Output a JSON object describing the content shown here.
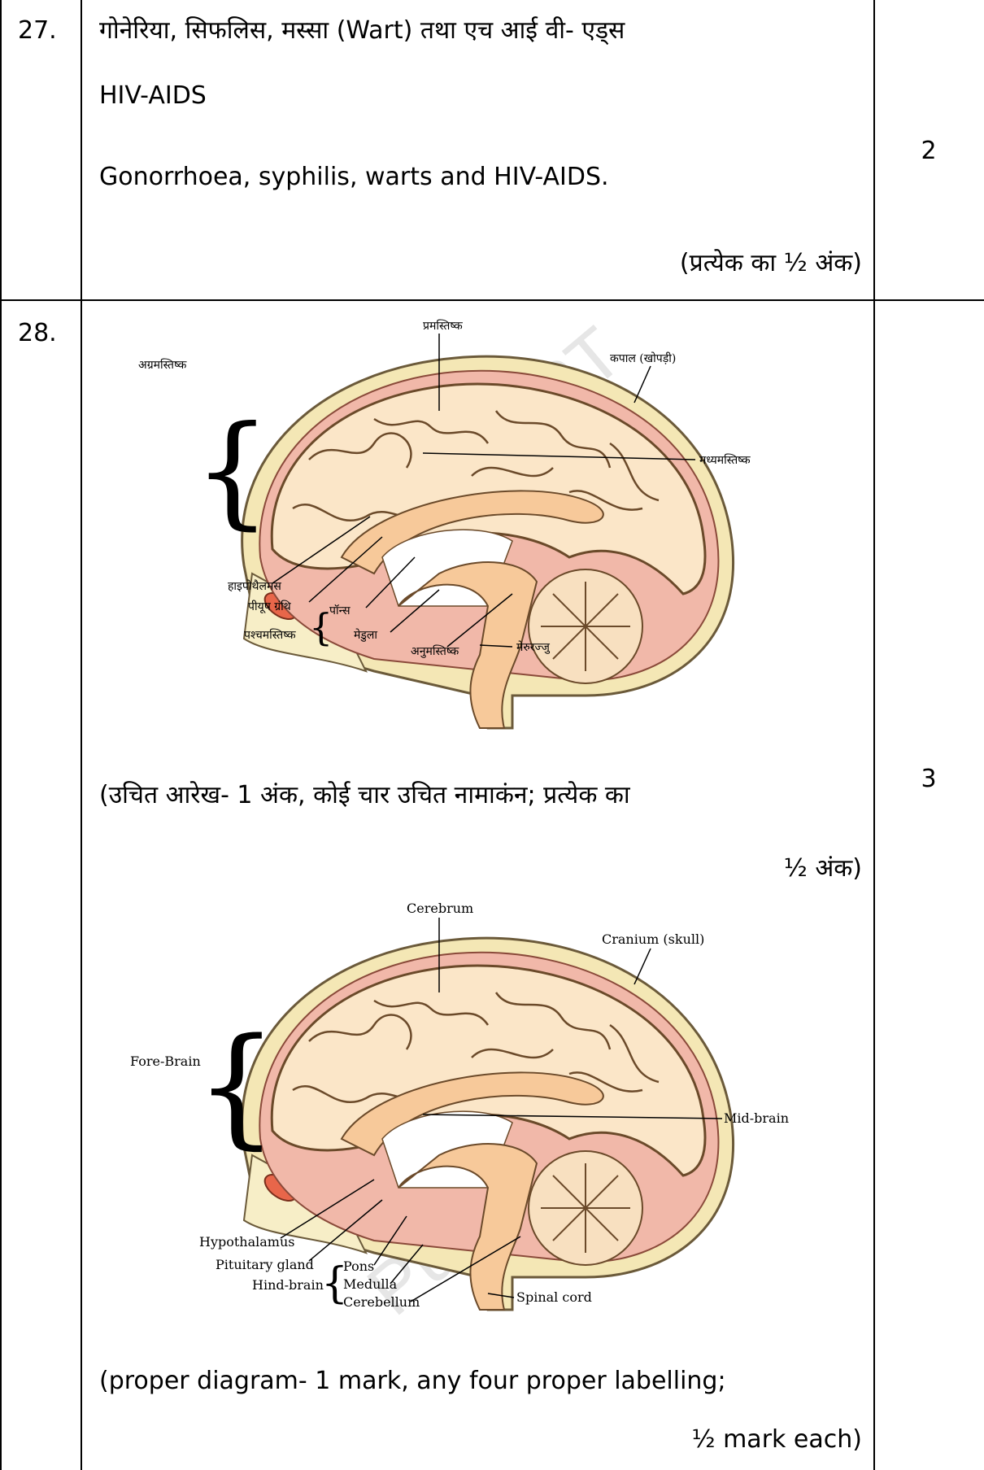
{
  "rows": [
    {
      "number": "27.",
      "hindi_line1": "गोनेरिया, सिफलिस, मस्सा (Wart) तथा एच आई वी- एड्स",
      "hindi_line2": "HIV-AIDS",
      "english_line": "Gonorrhoea, syphilis, warts and HIV-AIDS.",
      "note": "(प्रत्येक का ½ अंक)",
      "marks": "2"
    },
    {
      "number": "28.",
      "marks": "3",
      "hindi_caption_line1": "(उचित आरेख- 1 अंक, कोई चार उचित नामाकंन; प्रत्येक का",
      "hindi_caption_line2": "½ अंक)",
      "english_caption_line1": "(proper diagram- 1 mark, any four proper labelling;",
      "english_caption_line2": "½ mark each)"
    }
  ],
  "hindi_diagram": {
    "labels": {
      "cerebrum": "प्रमस्तिष्क",
      "cranium": "कपाल (खोपड़ी)",
      "forebrain": "अग्रमस्तिष्क",
      "midbrain": "मध्यमस्तिष्क",
      "hypothalamus": "हाइपोथैलमस",
      "pituitary": "पीयूष ग्रंथि",
      "hindbrain": "पश्चमस्तिष्क",
      "pons": "पॉन्स",
      "medulla": "मेडुला",
      "cerebellum": "अनुमस्तिष्क",
      "spinal_cord": "मेरुरज्जु"
    }
  },
  "english_diagram": {
    "labels": {
      "cerebrum": "Cerebrum",
      "cranium": "Cranium (skull)",
      "forebrain": "Fore-Brain",
      "midbrain": "Mid-brain",
      "hypothalamus": "Hypothalamus",
      "pituitary": "Pituitary gland",
      "hindbrain": "Hind-brain",
      "pons": "Pons",
      "medulla": "Medulla",
      "cerebellum": "Cerebellum",
      "spinal_cord": "Spinal cord"
    }
  },
  "colors": {
    "skull": "#f4e7b5",
    "brain": "#fbe6c8",
    "stem": "#f7c99a",
    "membrane": "#f1b8a9",
    "eye": "#e8664a"
  }
}
